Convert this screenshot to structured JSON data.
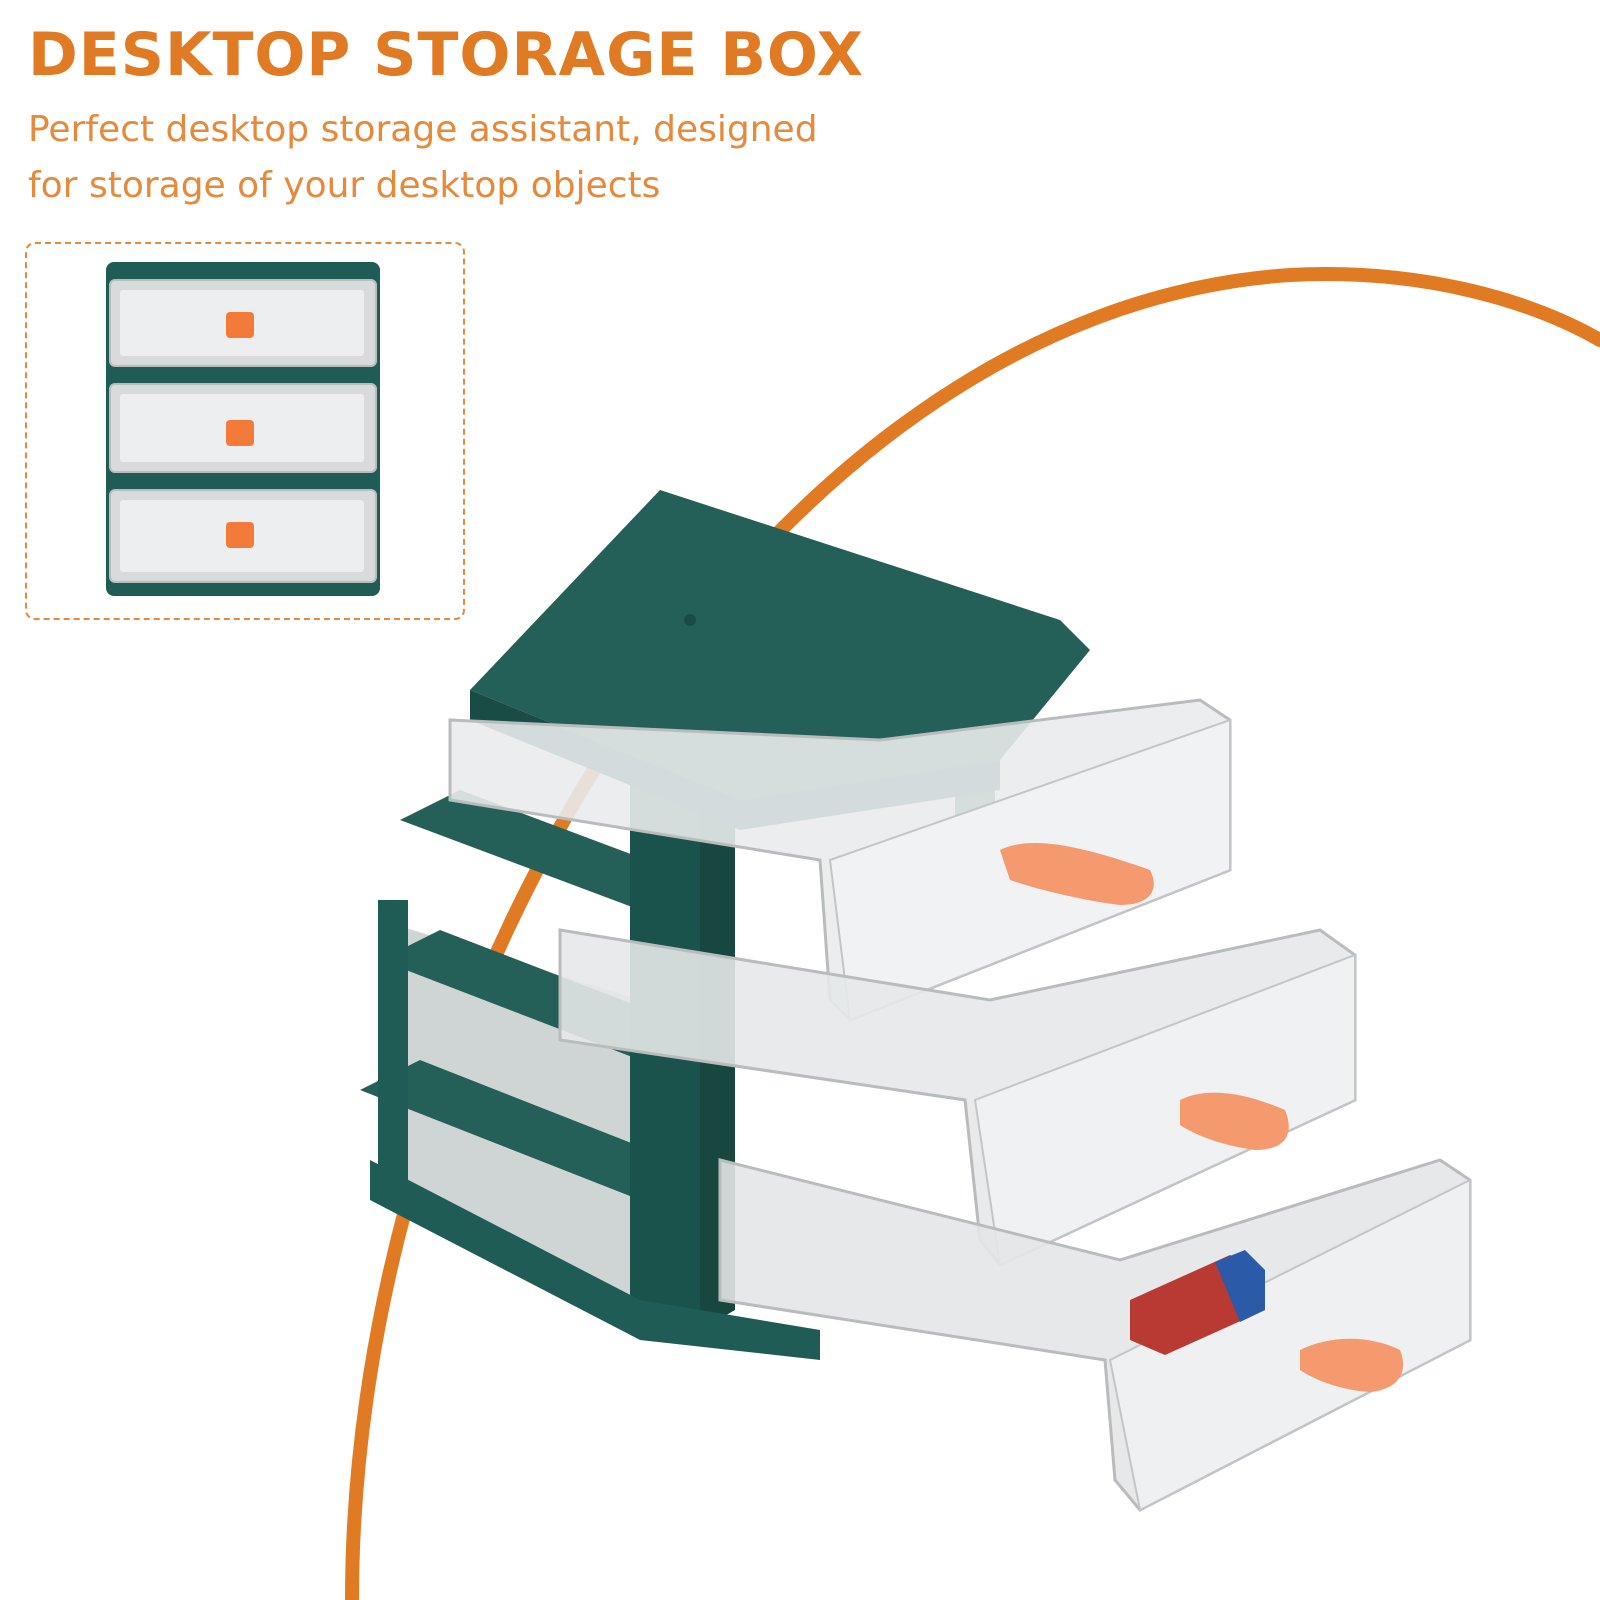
{
  "header": {
    "title": "DESKTOP STORAGE BOX",
    "subtitle_line1": "Perfect desktop storage assistant, designed",
    "subtitle_line2": "for storage of your desktop objects"
  },
  "colors": {
    "accent": "#e07b24",
    "frame_teal": "#1f5c56",
    "handle": "#f47a3a",
    "background": "#ffffff"
  },
  "product": {
    "drawer_count": 3,
    "thumbnail_icon": "storage-box-front-view",
    "main_icon": "storage-box-open-drawers"
  }
}
